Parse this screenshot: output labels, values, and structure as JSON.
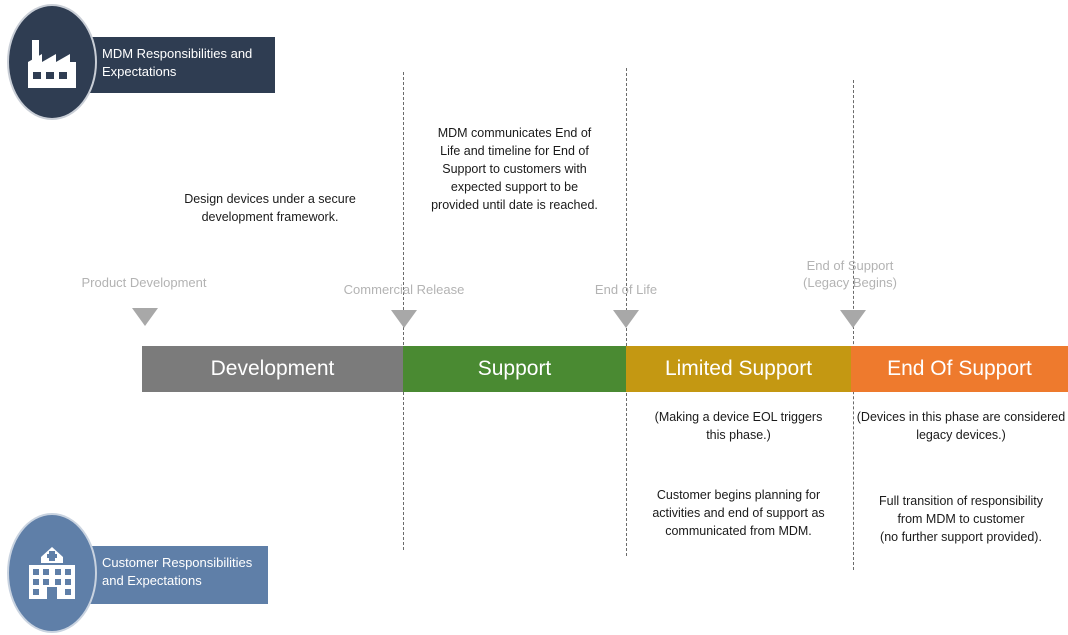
{
  "mdm_header": {
    "label_line1": "MDM Responsibilities and",
    "label_line2": "Expectations",
    "icon": "factory-icon"
  },
  "customer_header": {
    "label_line1": "Customer Responsibilities",
    "label_line2": "and Expectations",
    "icon": "hospital-icon"
  },
  "milestones": [
    {
      "label": "Product Development"
    },
    {
      "label": "Commercial Release"
    },
    {
      "label": "End of Life"
    },
    {
      "label_line1": "End of Support",
      "label_line2": "(Legacy Begins)"
    }
  ],
  "phases": [
    {
      "label": "Development",
      "color": "#7b7b7b"
    },
    {
      "label": "Support",
      "color": "#4a8a32"
    },
    {
      "label": "Limited Support",
      "color": "#c49812"
    },
    {
      "label": "End Of Support",
      "color": "#ee7a2d"
    }
  ],
  "mdm_notes": {
    "development": {
      "line1": "Design devices under a secure",
      "line2": "development framework."
    },
    "support": {
      "line1": "MDM communicates End of",
      "line2": "Life and timeline for End of",
      "line3": "Support to customers with",
      "line4": "expected support to be",
      "line5": "provided until date is reached."
    }
  },
  "customer_notes": {
    "limited_top": {
      "line1": "(Making a device EOL triggers",
      "line2": "this phase.)"
    },
    "limited_bottom": {
      "line1": "Customer begins planning for",
      "line2": "activities and end of support as",
      "line3": "communicated from MDM."
    },
    "eos_top": {
      "line1": "(Devices in this phase are considered",
      "line2": "legacy devices.)"
    },
    "eos_bottom": {
      "line1": "Full transition of responsibility",
      "line2": "from MDM to customer",
      "line3": "(no further support provided)."
    }
  }
}
